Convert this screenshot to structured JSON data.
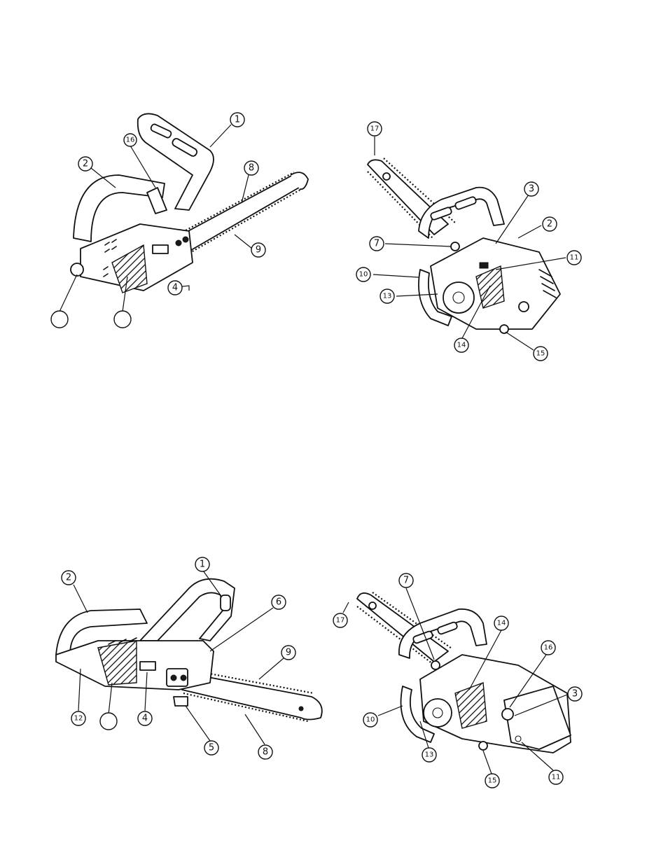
{
  "figures": [
    {
      "name": "view-1-top-left",
      "callouts": [
        {
          "label": "1"
        },
        {
          "label": "2"
        },
        {
          "label": "16"
        },
        {
          "label": "8"
        },
        {
          "label": "9"
        },
        {
          "label": "4"
        },
        {
          "label": ""
        },
        {
          "label": ""
        }
      ]
    },
    {
      "name": "view-2-top-right",
      "callouts": [
        {
          "label": "17"
        },
        {
          "label": "3"
        },
        {
          "label": "2"
        },
        {
          "label": "7"
        },
        {
          "label": "11"
        },
        {
          "label": "10"
        },
        {
          "label": "13"
        },
        {
          "label": "14"
        },
        {
          "label": "15"
        }
      ]
    },
    {
      "name": "view-3-bottom-left",
      "callouts": [
        {
          "label": "1"
        },
        {
          "label": "2"
        },
        {
          "label": "6"
        },
        {
          "label": "9"
        },
        {
          "label": "12"
        },
        {
          "label": ""
        },
        {
          "label": "4"
        },
        {
          "label": "5"
        },
        {
          "label": "8"
        }
      ]
    },
    {
      "name": "view-4-bottom-right",
      "callouts": [
        {
          "label": "7"
        },
        {
          "label": "17"
        },
        {
          "label": "14"
        },
        {
          "label": "16"
        },
        {
          "label": "3"
        },
        {
          "label": "10"
        },
        {
          "label": "13"
        },
        {
          "label": "15"
        },
        {
          "label": "11"
        }
      ]
    }
  ],
  "colors": {
    "line": "#111111",
    "paper": "#ffffff"
  }
}
